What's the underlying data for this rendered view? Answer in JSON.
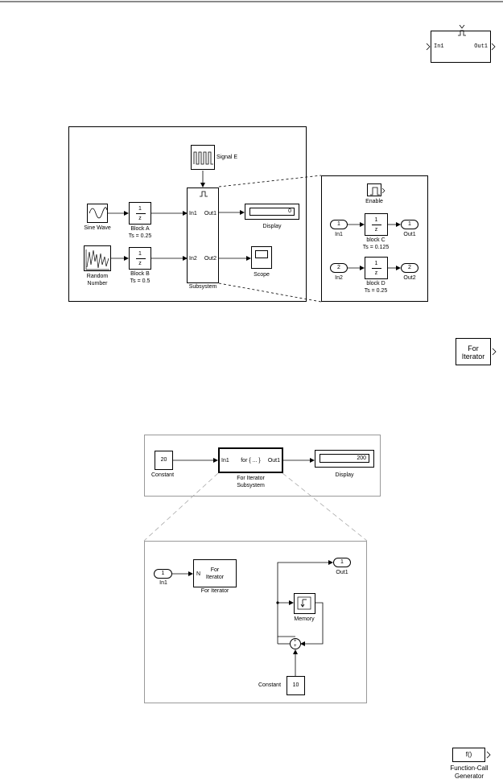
{
  "top_icon": {
    "in": "In1",
    "out": "Out1"
  },
  "fig1": {
    "signal_e": "Signal E",
    "sine": "Sine Wave",
    "random": [
      "Random",
      "Number"
    ],
    "block_a": {
      "num": "1",
      "den": "z",
      "name": "Block A",
      "ts": "Ts = 0.25"
    },
    "block_b": {
      "num": "1",
      "den": "z",
      "name": "Block B",
      "ts": "Ts = 0.5"
    },
    "subsystem": {
      "in1": "In1",
      "in2": "In2",
      "out1": "Out1",
      "out2": "Out2",
      "name": "Subsystem"
    },
    "display": {
      "value": "0",
      "label": "Display"
    },
    "scope": "Scope",
    "detail": {
      "enable": "Enable",
      "in1": {
        "port": "1",
        "label": "In1"
      },
      "in2": {
        "port": "2",
        "label": "In2"
      },
      "out1": {
        "port": "1",
        "label": "Out1"
      },
      "out2": {
        "port": "2",
        "label": "Out2"
      },
      "block_c": {
        "num": "1",
        "den": "z",
        "name": "block C",
        "ts": "Ts = 0.125"
      },
      "block_d": {
        "num": "1",
        "den": "z",
        "name": "block D",
        "ts": "Ts = 0.25"
      }
    }
  },
  "for_icon": [
    "For",
    "Iterator"
  ],
  "fig2": {
    "constant": {
      "value": "20",
      "label": "Constant"
    },
    "for_sub": {
      "in": "In1",
      "body": "for { ... }",
      "out": "Out1",
      "label": [
        "For Iterator",
        "Subsystem"
      ]
    },
    "display": {
      "value": "200",
      "label": "Display"
    },
    "detail": {
      "in1": {
        "port": "1",
        "label": "In1"
      },
      "for_iter": {
        "port": "N",
        "text": [
          "For",
          "Iterator"
        ],
        "label": "For Iterator"
      },
      "out1": {
        "port": "1",
        "label": "Out1"
      },
      "memory": "Memory",
      "sum_signs": [
        "+",
        "+"
      ],
      "constant": {
        "value": "10",
        "label": "Constant"
      }
    }
  },
  "fcg_icon": {
    "text": "f()",
    "label": [
      "Function-Call",
      "Generator"
    ]
  }
}
